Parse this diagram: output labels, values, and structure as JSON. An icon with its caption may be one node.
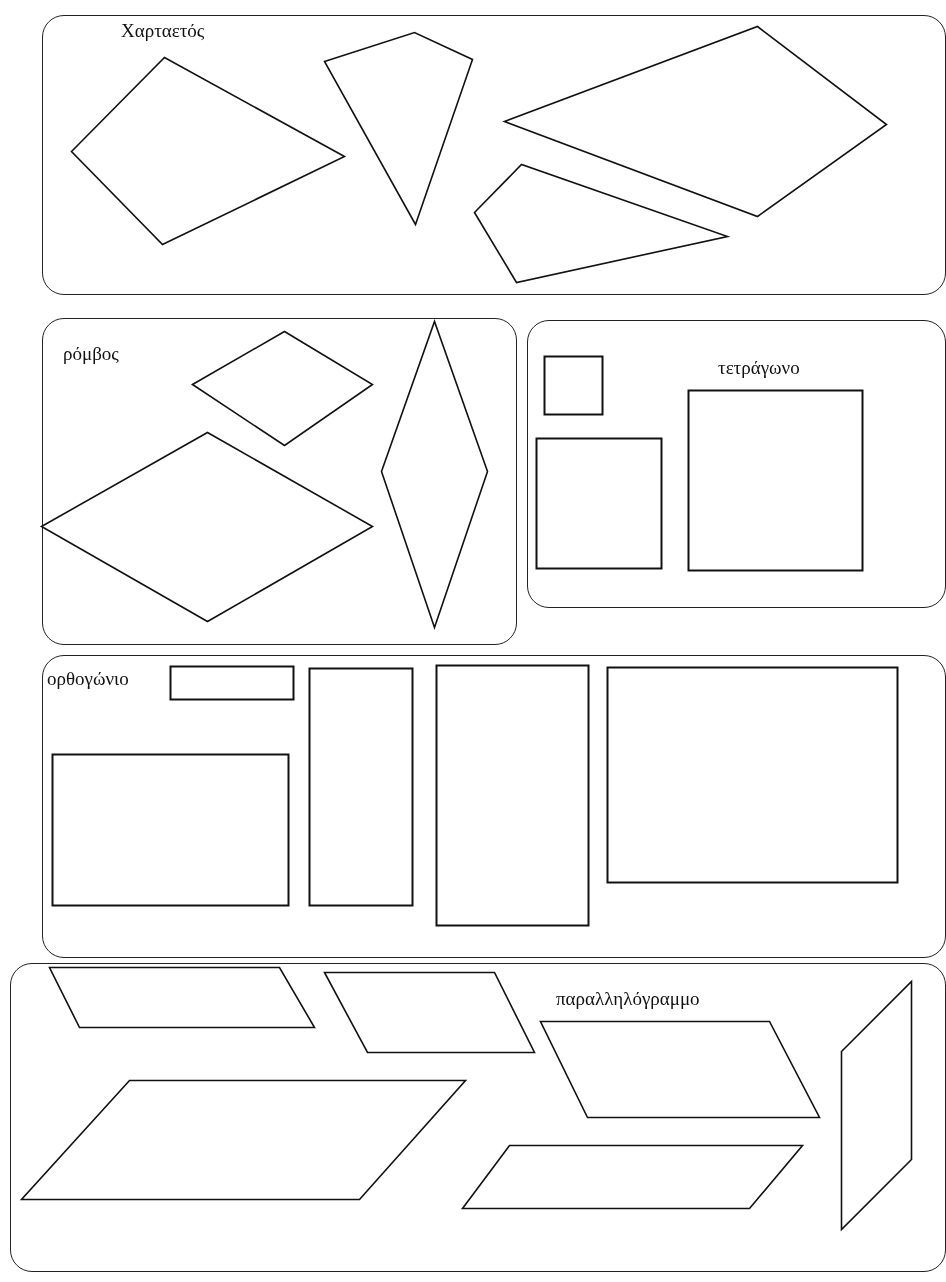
{
  "diagram": {
    "nodes": [
      {
        "text": [
          "Χαρταετός"
        ]
      },
      {
        "text": [],
        "shape": "kite",
        "in": 0
      },
      {
        "text": [],
        "shape": "kite",
        "in": 0
      },
      {
        "text": [],
        "shape": "kite",
        "in": 0
      },
      {
        "text": [],
        "shape": "kite",
        "in": 0
      },
      {
        "text": [
          "ρόμβος"
        ]
      },
      {
        "text": [],
        "shape": "diamond",
        "in": 5
      },
      {
        "text": [],
        "shape": "diamond",
        "in": 5
      },
      {
        "text": [],
        "shape": "diamond",
        "in": 5
      },
      {
        "text": [
          "τετράγωνο"
        ]
      },
      {
        "text": [],
        "shape": "box",
        "in": 9
      },
      {
        "text": [],
        "shape": "box",
        "in": 9
      },
      {
        "text": [],
        "shape": "box",
        "in": 9
      },
      {
        "text": [
          "ορθογώνιο"
        ]
      },
      {
        "text": [],
        "shape": "box",
        "in": 13
      },
      {
        "text": [],
        "shape": "box",
        "in": 13
      },
      {
        "text": [],
        "shape": "box",
        "in": 13
      },
      {
        "text": [],
        "shape": "box",
        "in": 13
      },
      {
        "text": [],
        "shape": "box",
        "in": 13
      },
      {
        "text": [
          "παραλληλόγραμμο"
        ]
      },
      {
        "text": [],
        "shape": "parallelogram",
        "in": 19
      },
      {
        "text": [],
        "shape": "parallelogram",
        "in": 19
      },
      {
        "text": [],
        "shape": "parallelogram",
        "in": 19
      },
      {
        "text": [],
        "shape": "parallelogram",
        "in": 19
      },
      {
        "text": [],
        "shape": "parallelogram",
        "in": 19
      },
      {
        "text": [],
        "shape": "parallelogram",
        "in": 19
      }
    ]
  }
}
